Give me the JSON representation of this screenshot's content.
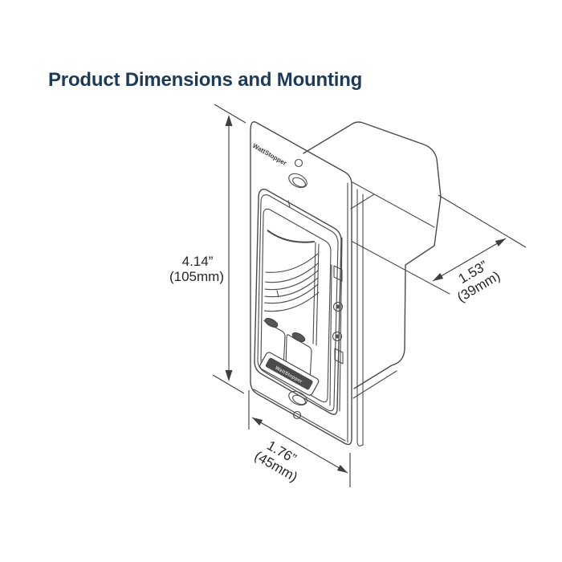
{
  "page": {
    "background_color": "#ffffff"
  },
  "header": {
    "title": "Product Dimensions and Mounting",
    "color": "#1d3b57"
  },
  "diagram": {
    "kind": "isometric dimensional line drawing",
    "subject": "WattStopper in-wall occupancy sensor dimmer switch with faceplate and rear box",
    "line_color": "#4a4a4a",
    "brand": {
      "faceplate_label": "WattStopper",
      "button_label": "WattStopper"
    },
    "dimensions": {
      "height": {
        "inches": "4.14”",
        "metric": "(105mm)"
      },
      "depth": {
        "inches": "1.53”",
        "metric": "(39mm)"
      },
      "width": {
        "inches": "1.76”",
        "metric": "(45mm)"
      }
    }
  }
}
